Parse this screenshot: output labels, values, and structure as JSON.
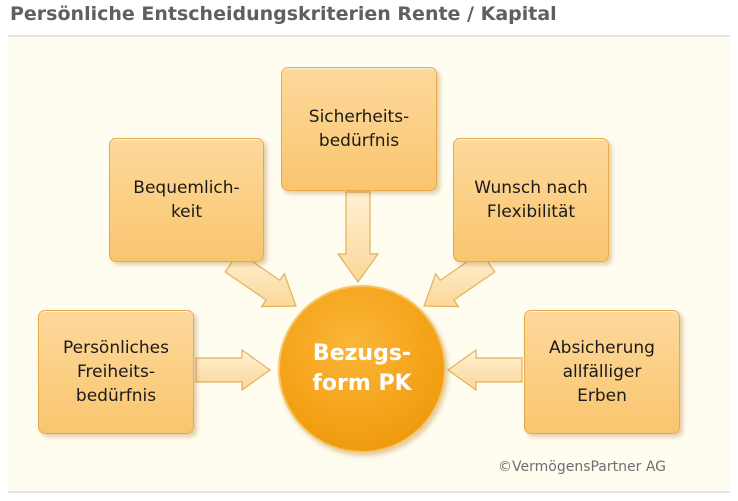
{
  "title": "Persönliche Entscheidungskriterien Rente / Kapital",
  "center_label": "Bezugs-\nform PK",
  "criteria": [
    {
      "id": "sicherheit",
      "label": "Sicherheits-\nbedürfnis"
    },
    {
      "id": "bequemlichkeit",
      "label": "Bequemlich-\nkeit"
    },
    {
      "id": "flexibilitaet",
      "label": "Wunsch nach\nFlexibilität"
    },
    {
      "id": "freiheit",
      "label": "Persönliches\nFreiheits-\nbedürfnis"
    },
    {
      "id": "erben",
      "label": "Absicherung\nallfälliger\nErben"
    }
  ],
  "copyright": "©VermögensPartner AG",
  "colors": {
    "box_fill": "#f9c56f",
    "arrow_fill": "#fde3b3",
    "center_fill": "#f3a115",
    "title_text": "#5f5f5f"
  }
}
